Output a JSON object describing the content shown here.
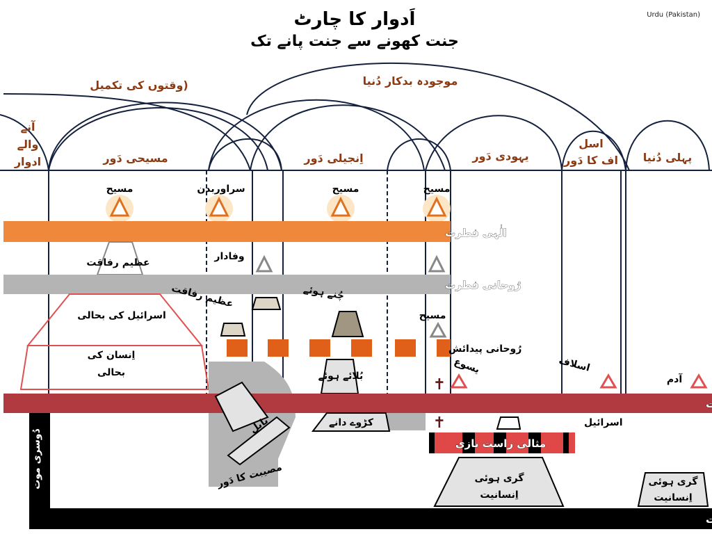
{
  "header": {
    "title": "اَدوار کا چارٹ",
    "subtitle": "جنت کھونے سے جنت پانے تک",
    "language": "Urdu (Pakistan)"
  },
  "ages": {
    "fulfillment": "(وقتوں کی تکمیل",
    "present_evil_world": "موجودہ بدکار دُنیا"
  },
  "eras": {
    "ages_to_come": [
      "آنے",
      "والے",
      "ادوار"
    ],
    "christian": "مسیحی دَور",
    "gospel": "اِنجیلی دَور",
    "jewish": "یہودی دَور",
    "patriarchs": [
      "اسل",
      "اف کا دَور"
    ],
    "first_world": "پہلی دُنیا"
  },
  "figures": {
    "christ1": "مسیح",
    "head_body": "سراوربدن",
    "christ2": "مسیح",
    "christ3": "مسیح",
    "faithful": "وفادار",
    "great_company1": "عظیم رفاقت",
    "great_company2": "عظیم رفاقت",
    "elect": "چُنے ہوئے",
    "israel_restoration": "اسرائیل کی بحالی",
    "man_restoration": [
      "اِنسان کی",
      "بحالی"
    ],
    "christ4": "مسیح",
    "called": "بُلائے ہوئے",
    "jesus": "یسوع",
    "patriarchs": "اسلاف",
    "adam": "آدم",
    "babylon": "بابل",
    "tares": "کڑوے دانے",
    "israel": "اسرائیل",
    "typical_justification": "مثالی راست بازی",
    "tribulation": "مصیبت کا دَور",
    "fallen1": [
      "گری ہوئی",
      "اِنسانیت"
    ],
    "fallen2": [
      "گری ہوئی",
      "اِنسانیت"
    ],
    "second_death": "دُوسری موت"
  },
  "bands": {
    "divine": "الٰہی فطرت",
    "spiritual": "رُوحانی فطرت",
    "spirit_begotten": "رُوحانی پیدائش",
    "perfect": "کامل /راست باز ٹھہرائی گئی اِنسانی فطرت",
    "sinful": "گناہ آلودہ اِنسانی فطرت"
  },
  "colors": {
    "divine": "#f0883c",
    "spiritual": "#b4b4b4",
    "perfect": "#b03a40",
    "sinful": "#000000",
    "lines": "#14213d",
    "era_text": "#8b3a12"
  }
}
